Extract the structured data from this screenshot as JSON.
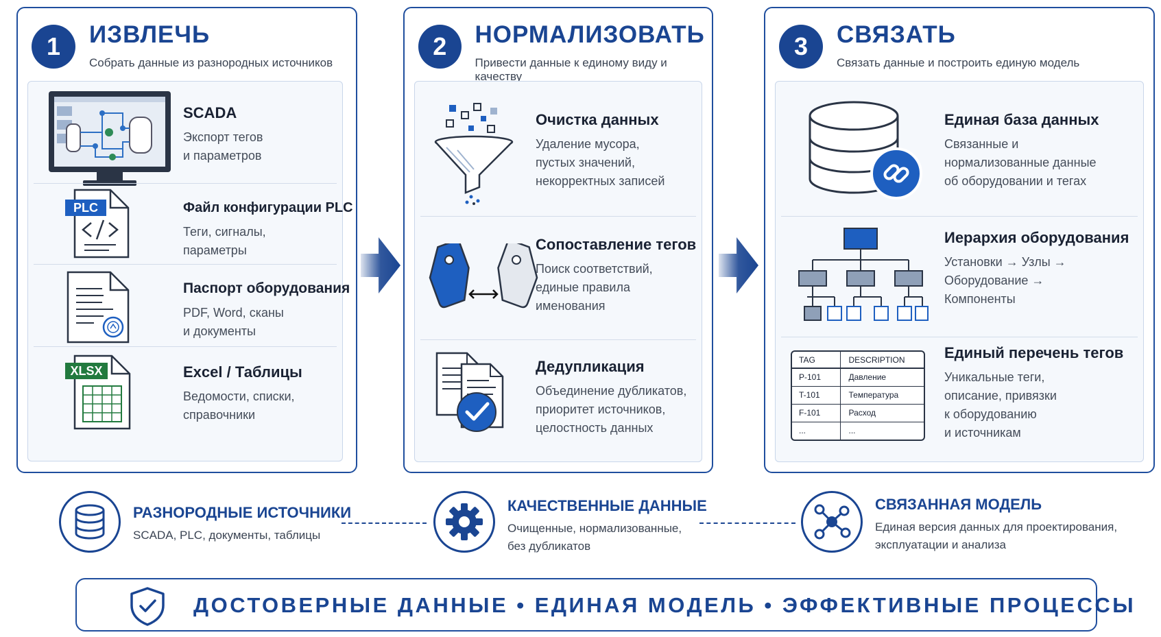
{
  "colors": {
    "primary": "#1a4592",
    "border": "#1f4e9e",
    "panel_bg": "#f5f8fc",
    "panel_border": "#c9d6ea"
  },
  "steps": [
    {
      "number": "1",
      "title": "ИЗВЛЕЧЬ",
      "subtitle": "Собрать данные из разнородных  источников",
      "items": [
        {
          "icon": "scada-monitor-icon",
          "title": "SCADA",
          "desc": [
            "Экспорт тегов",
            "и параметров"
          ]
        },
        {
          "icon": "plc-file-icon",
          "icon_label": "PLC",
          "title": "Файл конфигурации PLC",
          "desc": [
            "Теги, сигналы,",
            "параметры"
          ]
        },
        {
          "icon": "document-certificate-icon",
          "title": "Паспорт оборудования",
          "desc": [
            "PDF, Word, сканы",
            "и документы"
          ]
        },
        {
          "icon": "xlsx-file-icon",
          "icon_label": "XLSX",
          "title": "Excel / Таблицы",
          "desc": [
            "Ведомости, списки,",
            "справочники"
          ]
        }
      ]
    },
    {
      "number": "2",
      "title": "НОРМАЛИЗОВАТЬ",
      "subtitle": "Привести данные к единому виду и качеству",
      "items": [
        {
          "icon": "funnel-icon",
          "title": "Очистка данных",
          "desc": [
            "Удаление мусора,",
            "пустых значений,",
            "некорректных записей"
          ]
        },
        {
          "icon": "tags-match-icon",
          "title": "Сопоставление тегов",
          "desc": [
            "Поиск соответствий,",
            "единые правила",
            "именования"
          ]
        },
        {
          "icon": "deduplicate-docs-icon",
          "title": "Дедупликация",
          "desc": [
            "Объединение дубликатов,",
            "приоритет источников,",
            "целостность данных"
          ]
        }
      ]
    },
    {
      "number": "3",
      "title": "СВЯЗАТЬ",
      "subtitle": "Связать данные и построить единую модель",
      "items": [
        {
          "icon": "database-link-icon",
          "title": "Единая база данных",
          "desc": [
            "Связанные и",
            "нормализованные данные",
            "об оборудовании и тегах"
          ]
        },
        {
          "icon": "hierarchy-icon",
          "title": "Иерархия оборудования",
          "desc": [
            "Установки → Узлы →",
            "Оборудование →",
            "Компоненты"
          ]
        },
        {
          "icon": "tag-table-icon",
          "title": "Единый перечень тегов",
          "desc": [
            "Уникальные теги,",
            "описание, привязки",
            "к оборудованию",
            "и источникам"
          ]
        }
      ]
    }
  ],
  "tag_table": {
    "headers": [
      "TAG",
      "DESCRIPTION"
    ],
    "rows": [
      [
        "P-101",
        "Давление"
      ],
      [
        "T-101",
        "Температура"
      ],
      [
        "F-101",
        "Расход"
      ],
      [
        "...",
        "..."
      ]
    ]
  },
  "bottom": [
    {
      "icon": "database-icon",
      "title": "РАЗНОРОДНЫЕ ИСТОЧНИКИ",
      "desc": [
        "SCADA, PLC, документы, таблицы"
      ]
    },
    {
      "icon": "gear-icon",
      "title": "КАЧЕСТВЕННЫЕ ДАННЫЕ",
      "desc": [
        "Очищенные, нормализованные,",
        "без дубликатов"
      ]
    },
    {
      "icon": "network-nodes-icon",
      "title": "СВЯЗАННАЯ МОДЕЛЬ",
      "desc": [
        "Единая версия данных для проектирования,",
        "эксплуатации и анализа"
      ]
    }
  ],
  "banner": {
    "icon": "shield-check-icon",
    "text": "ДОСТОВЕРНЫЕ ДАННЫЕ  •  ЕДИНАЯ МОДЕЛЬ  •  ЭФФЕКТИВНЫЕ ПРОЦЕССЫ"
  }
}
